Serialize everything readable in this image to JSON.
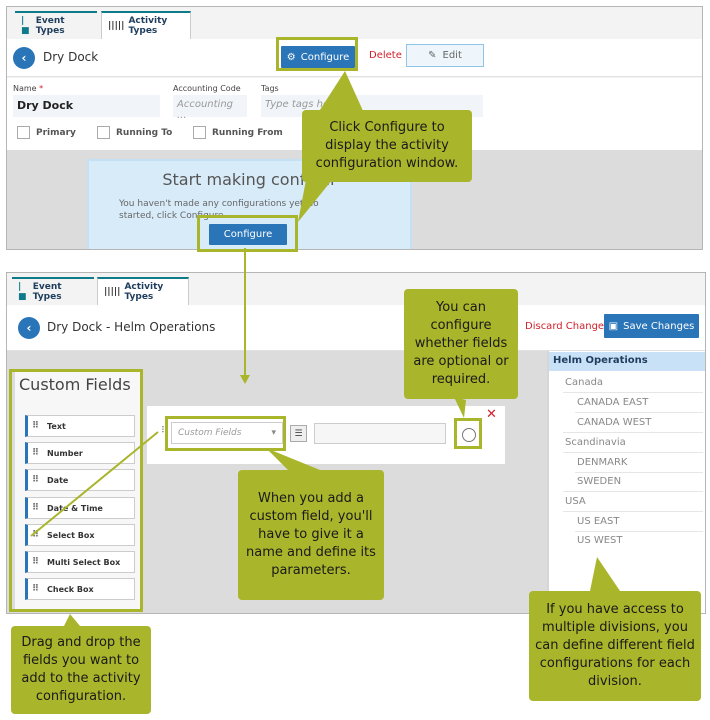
{
  "tabs": {
    "event_types": "Event Types",
    "activity_types": "Activity Types"
  },
  "top": {
    "title": "Dry Dock",
    "configure_label": "Configure",
    "delete_label": "Delete",
    "edit_label": "Edit",
    "fields": {
      "name_label": "Name",
      "name_required": "*",
      "name_value": "Dry Dock",
      "accounting_label": "Accounting Code",
      "accounting_placeholder": "Accounting ...",
      "tags_label": "Tags",
      "tags_placeholder": "Type tags her"
    },
    "checkboxes": [
      "Primary",
      "Running To",
      "Running From"
    ],
    "start": {
      "title": "Start making configur",
      "line1": "You haven't made any configurations yet. To",
      "line2": "started, click Configure.",
      "button": "Configure"
    }
  },
  "bottom": {
    "title": "Dry Dock - Helm Operations",
    "discard_label": "Discard Changes",
    "save_label": "Save Changes",
    "custom_fields_title": "Custom Fields",
    "field_types": [
      "Text",
      "Number",
      "Date",
      "Date & Time",
      "Select Box",
      "Multi Select Box",
      "Check Box"
    ],
    "field_select_placeholder": "Custom Fields",
    "divisions": {
      "header": "Helm Operations",
      "groups": [
        {
          "name": "Canada",
          "items": [
            "CANADA EAST",
            "CANADA WEST"
          ]
        },
        {
          "name": "Scandinavia",
          "items": [
            "DENMARK",
            "SWEDEN"
          ]
        },
        {
          "name": "USA",
          "items": [
            "US EAST",
            "US WEST"
          ]
        }
      ]
    }
  },
  "callouts": {
    "configure": "Click Configure to display the activity configuration window.",
    "optional": "You can configure whether fields are optional or required.",
    "custom_field": "When you add a custom field, you'll have to give it a name and define its parameters.",
    "drag": "Drag and drop the fields you want to add to the activity configuration.",
    "divisions": "If you have access to multiple divisions, you can define different field configurations for each division."
  },
  "icons": {
    "gear": "gear-icon",
    "pencil": "pencil-icon",
    "save": "save-icon",
    "back": "chevron-left-icon",
    "list": "list-icon",
    "close": "close-icon",
    "grip": "drag-handle-icon"
  },
  "colors": {
    "accent_blue": "#2a74b8",
    "callout_green": "#a9b52a",
    "danger_red": "#d0202a",
    "teal": "#0f7a8a"
  }
}
